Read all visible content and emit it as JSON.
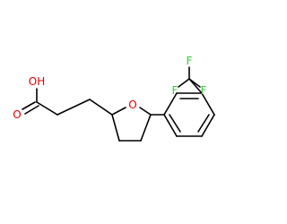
{
  "molecule": {
    "atoms": {
      "oh": {
        "label": "OH",
        "color": "#e00000"
      },
      "carbonyl_o": {
        "label": "O",
        "color": "#e00000"
      },
      "ring_o": {
        "label": "O",
        "color": "#e00000"
      },
      "f1": {
        "label": "F",
        "color": "#33cc33"
      },
      "f2": {
        "label": "F",
        "color": "#33cc33"
      },
      "f3": {
        "label": "F",
        "color": "#33cc33"
      }
    }
  }
}
